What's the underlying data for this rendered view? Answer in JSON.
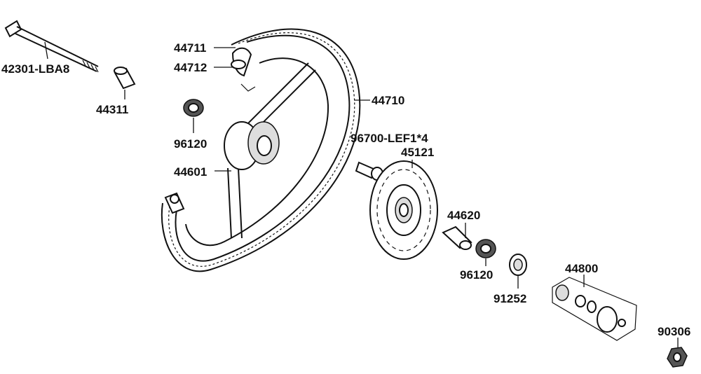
{
  "parts": [
    {
      "id": "p-42301",
      "number": "42301-LBA8"
    },
    {
      "id": "p-44311",
      "number": "44311"
    },
    {
      "id": "p-44711",
      "number": "44711"
    },
    {
      "id": "p-44712",
      "number": "44712"
    },
    {
      "id": "p-44710",
      "number": "44710"
    },
    {
      "id": "p-96120a",
      "number": "96120"
    },
    {
      "id": "p-96700",
      "number": "96700-LEF1*4"
    },
    {
      "id": "p-45121",
      "number": "45121"
    },
    {
      "id": "p-44601",
      "number": "44601"
    },
    {
      "id": "p-44620",
      "number": "44620"
    },
    {
      "id": "p-96120b",
      "number": "96120"
    },
    {
      "id": "p-91252",
      "number": "91252"
    },
    {
      "id": "p-44800",
      "number": "44800"
    },
    {
      "id": "p-90306",
      "number": "90306"
    }
  ]
}
